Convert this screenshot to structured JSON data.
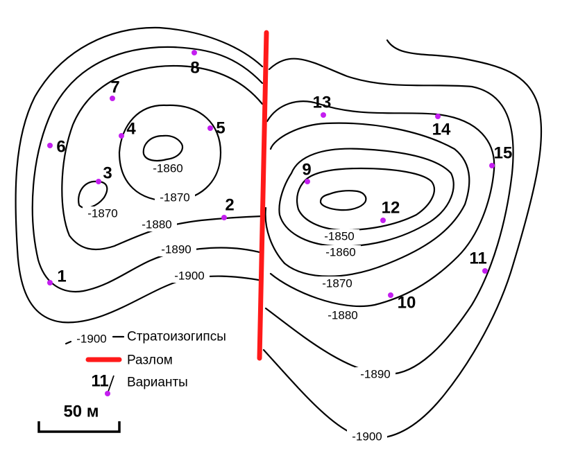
{
  "colors": {
    "contour": "#000000",
    "fault": "#ff1a1a",
    "point": "#c41ef0",
    "background": "#ffffff"
  },
  "contour_labels": {
    "west_top": "-1860",
    "west_small": "-1870",
    "west_mid": "-1870",
    "west_1880": "-1880",
    "west_1890": "-1890",
    "west_1900": "-1900",
    "east_1850": "-1850",
    "east_1860": "-1860",
    "east_1870": "-1870",
    "east_1880": "-1880",
    "east_1890": "-1890",
    "east_1900": "-1900"
  },
  "variants": [
    "1",
    "2",
    "3",
    "4",
    "5",
    "6",
    "7",
    "8",
    "9",
    "10",
    "11",
    "12",
    "13",
    "14",
    "15"
  ],
  "legend": {
    "contour_sample": "-1900",
    "contour_text": "Стратоизогипсы",
    "fault_text": "Разлом",
    "variant_sample": "11",
    "variant_text": "Варианты"
  },
  "scale_bar": {
    "label": "50 м"
  }
}
